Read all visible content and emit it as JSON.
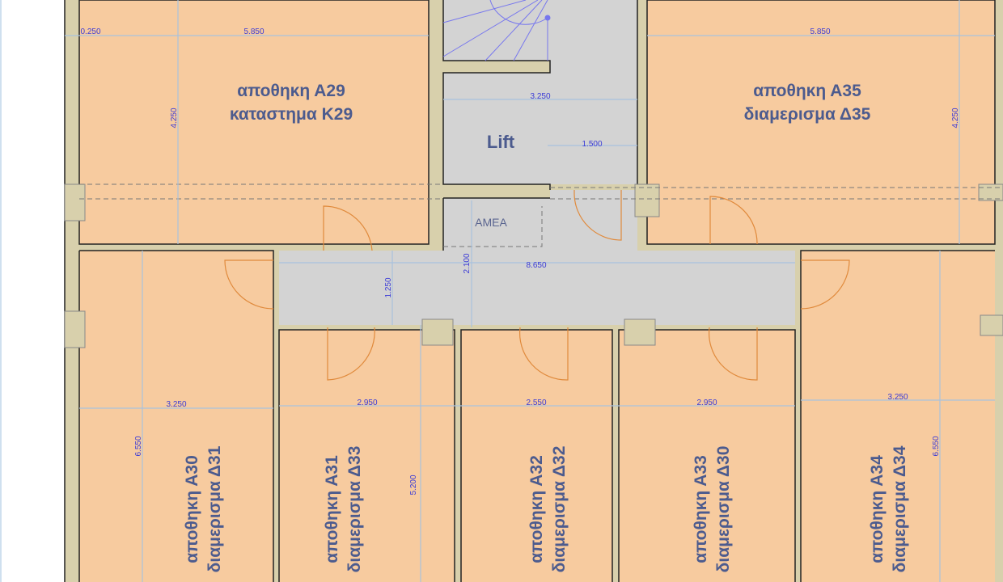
{
  "rooms": {
    "a29": {
      "line1": "αποθηκη Α29",
      "line2": "καταστημα Κ29"
    },
    "a35": {
      "line1": "αποθηκη Α35",
      "line2": "διαμερισμα Δ35"
    },
    "a30": {
      "line1": "αποθηκη Α30",
      "line2": "διαμερισμα Δ31"
    },
    "a31": {
      "line1": "αποθηκη Α31",
      "line2": "διαμερισμα Δ33"
    },
    "a32": {
      "line1": "αποθηκη Α32",
      "line2": "διαμερισμα Δ32"
    },
    "a33": {
      "line1": "αποθηκη Α33",
      "line2": "διαμερισμα Δ30"
    },
    "a34": {
      "line1": "αποθηκη Α34",
      "line2": "διαμερισμα Δ34"
    },
    "lift": "Lift",
    "amea": "AMEA"
  },
  "dimensions": {
    "top_left_wall": "0.250",
    "top_left_width": "5.850",
    "top_left_height": "4.250",
    "top_right_width": "5.850",
    "top_right_height": "4.250",
    "lift_width": "3.250",
    "lift_half": "1.500",
    "amea_height": "2.100",
    "corridor_length": "8.650",
    "corridor_width": "1.250",
    "a30_width": "3.250",
    "a31_width": "2.950",
    "a32_width": "2.550",
    "a33_width": "2.950",
    "a34_width": "3.250",
    "a30_height": "6.550",
    "a31_height": "5.200",
    "a34_height": "6.550"
  },
  "colors": {
    "room": "#f7cb9f",
    "wall": "#d8d0ac",
    "core": "#d3d3d3",
    "label": "#4c5b8e",
    "dimension": "#3b3bd6",
    "door": "#e08a3c"
  }
}
